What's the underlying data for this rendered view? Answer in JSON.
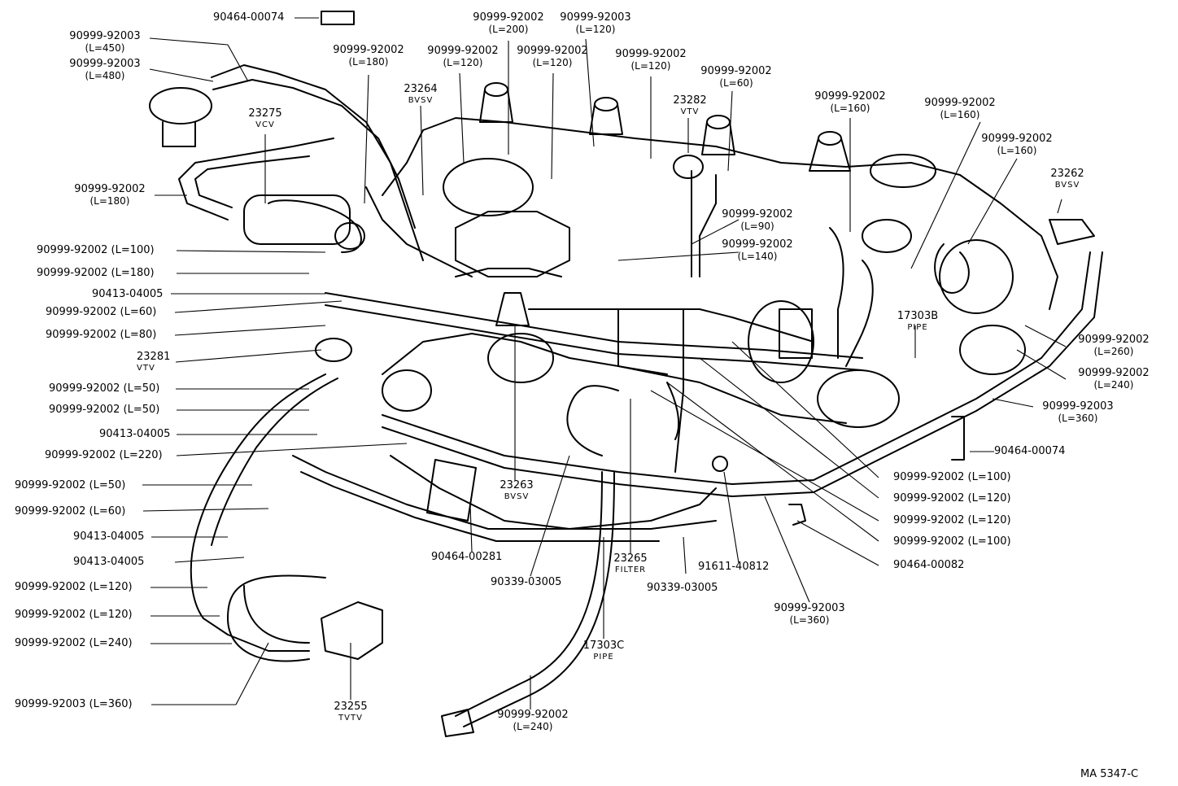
{
  "figure_code": "MA 5347-C",
  "callouts": [
    {
      "id": "c01",
      "part": "90464-00074",
      "sub": ""
    },
    {
      "id": "c02",
      "part": "90999-92003",
      "sub": "(L=450)"
    },
    {
      "id": "c03",
      "part": "90999-92003",
      "sub": "(L=480)"
    },
    {
      "id": "c04",
      "part": "90999-92002",
      "sub": "(L=180)"
    },
    {
      "id": "c05",
      "part": "90999-92002",
      "sub": "(L=200)"
    },
    {
      "id": "c06",
      "part": "90999-92003",
      "sub": "(L=120)"
    },
    {
      "id": "c07",
      "part": "90999-92002",
      "sub": "(L=120)"
    },
    {
      "id": "c08",
      "part": "90999-92002",
      "sub": "(L=120)"
    },
    {
      "id": "c09",
      "part": "90999-92002",
      "sub": "(L=120)"
    },
    {
      "id": "c10",
      "part": "90999-92002",
      "sub": "(L=60)"
    },
    {
      "id": "c11",
      "part": "23264",
      "sub": "BVSV"
    },
    {
      "id": "c12",
      "part": "23275",
      "sub": "VCV"
    },
    {
      "id": "c13",
      "part": "23282",
      "sub": "VTV"
    },
    {
      "id": "c14",
      "part": "90999-92002",
      "sub": "(L=160)"
    },
    {
      "id": "c15",
      "part": "90999-92002",
      "sub": "(L=160)"
    },
    {
      "id": "c16",
      "part": "90999-92002",
      "sub": "(L=160)"
    },
    {
      "id": "c17",
      "part": "23262",
      "sub": "BVSV"
    },
    {
      "id": "c18",
      "part": "90999-92002",
      "sub": "(L=180)"
    },
    {
      "id": "c19",
      "part": "90999-92002",
      "sub": "(L=90)"
    },
    {
      "id": "c20",
      "part": "90999-92002",
      "sub": "(L=140)"
    },
    {
      "id": "c21",
      "part": "90999-92002 (L=100)",
      "sub": ""
    },
    {
      "id": "c22",
      "part": "90999-92002 (L=180)",
      "sub": ""
    },
    {
      "id": "c23",
      "part": "90413-04005",
      "sub": ""
    },
    {
      "id": "c24",
      "part": "90999-92002 (L=60)",
      "sub": ""
    },
    {
      "id": "c25",
      "part": "90999-92002 (L=80)",
      "sub": ""
    },
    {
      "id": "c26",
      "part": "23281",
      "sub": "VTV"
    },
    {
      "id": "c27",
      "part": "17303B",
      "sub": "PIPE"
    },
    {
      "id": "c28",
      "part": "90999-92002",
      "sub": "(L=260)"
    },
    {
      "id": "c29",
      "part": "90999-92002",
      "sub": "(L=240)"
    },
    {
      "id": "c30",
      "part": "90999-92002 (L=50)",
      "sub": ""
    },
    {
      "id": "c31",
      "part": "90999-92002 (L=50)",
      "sub": ""
    },
    {
      "id": "c32",
      "part": "90413-04005",
      "sub": ""
    },
    {
      "id": "c33",
      "part": "90999-92002 (L=220)",
      "sub": ""
    },
    {
      "id": "c34",
      "part": "90999-92003",
      "sub": "(L=360)"
    },
    {
      "id": "c35",
      "part": "90464-00074",
      "sub": ""
    },
    {
      "id": "c36",
      "part": "90999-92002 (L=50)",
      "sub": ""
    },
    {
      "id": "c37",
      "part": "23263",
      "sub": "BVSV"
    },
    {
      "id": "c38",
      "part": "90999-92002 (L=100)",
      "sub": ""
    },
    {
      "id": "c39",
      "part": "90999-92002 (L=60)",
      "sub": ""
    },
    {
      "id": "c40",
      "part": "90999-92002 (L=120)",
      "sub": ""
    },
    {
      "id": "c41",
      "part": "90999-92002 (L=120)",
      "sub": ""
    },
    {
      "id": "c42",
      "part": "90413-04005",
      "sub": ""
    },
    {
      "id": "c43",
      "part": "90999-92002 (L=100)",
      "sub": ""
    },
    {
      "id": "c44",
      "part": "90413-04005",
      "sub": ""
    },
    {
      "id": "c45",
      "part": "90464-00281",
      "sub": ""
    },
    {
      "id": "c46",
      "part": "23265",
      "sub": "FILTER"
    },
    {
      "id": "c47",
      "part": "91611-40812",
      "sub": ""
    },
    {
      "id": "c48",
      "part": "90464-00082",
      "sub": ""
    },
    {
      "id": "c49",
      "part": "90999-92002 (L=120)",
      "sub": ""
    },
    {
      "id": "c50",
      "part": "90339-03005",
      "sub": ""
    },
    {
      "id": "c51",
      "part": "90339-03005",
      "sub": ""
    },
    {
      "id": "c52",
      "part": "90999-92002 (L=120)",
      "sub": ""
    },
    {
      "id": "c53",
      "part": "90999-92003",
      "sub": "(L=360)"
    },
    {
      "id": "c54",
      "part": "17303C",
      "sub": "PIPE"
    },
    {
      "id": "c55",
      "part": "90999-92002 (L=240)",
      "sub": ""
    },
    {
      "id": "c56",
      "part": "90999-92003 (L=360)",
      "sub": ""
    },
    {
      "id": "c57",
      "part": "23255",
      "sub": "TVTV"
    },
    {
      "id": "c58",
      "part": "90999-92002",
      "sub": "(L=240)"
    }
  ]
}
